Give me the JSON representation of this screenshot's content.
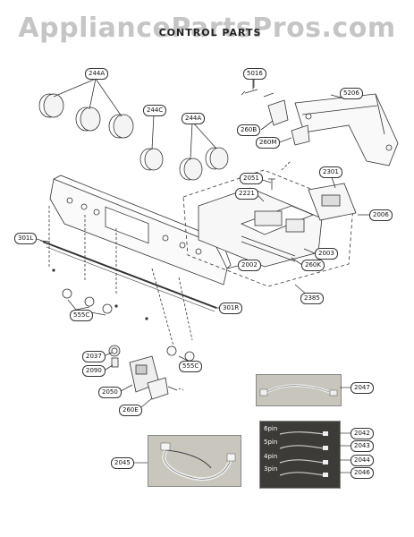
{
  "watermark": "AppliancePartsPros.com",
  "title": "CONTROL PARTS",
  "labels": {
    "p244A_1": "244A",
    "p5016": "5016",
    "p5206": "5206",
    "p244C": "244C",
    "p244A_2": "244A",
    "p260B": "260B",
    "p260M": "260M",
    "p2051": "2051",
    "p2301": "2301",
    "p2221": "2221",
    "p2006": "2006",
    "p301L": "301L",
    "p2003": "2003",
    "p2002": "2002",
    "p260K": "260K",
    "p2385": "2385",
    "p555C_1": "555C",
    "p301R": "301R",
    "p2037": "2037",
    "p2090": "2090",
    "p555C_2": "555C",
    "p2050": "2050",
    "p260E": "260E",
    "p2047": "2047",
    "p2042": "2042",
    "p2043": "2043",
    "p2044": "2044",
    "p2046": "2046",
    "p2045": "2045"
  },
  "pins": {
    "pin6": "6pin",
    "pin5": "5pin",
    "pin4": "4pin",
    "pin3": "3pin"
  }
}
